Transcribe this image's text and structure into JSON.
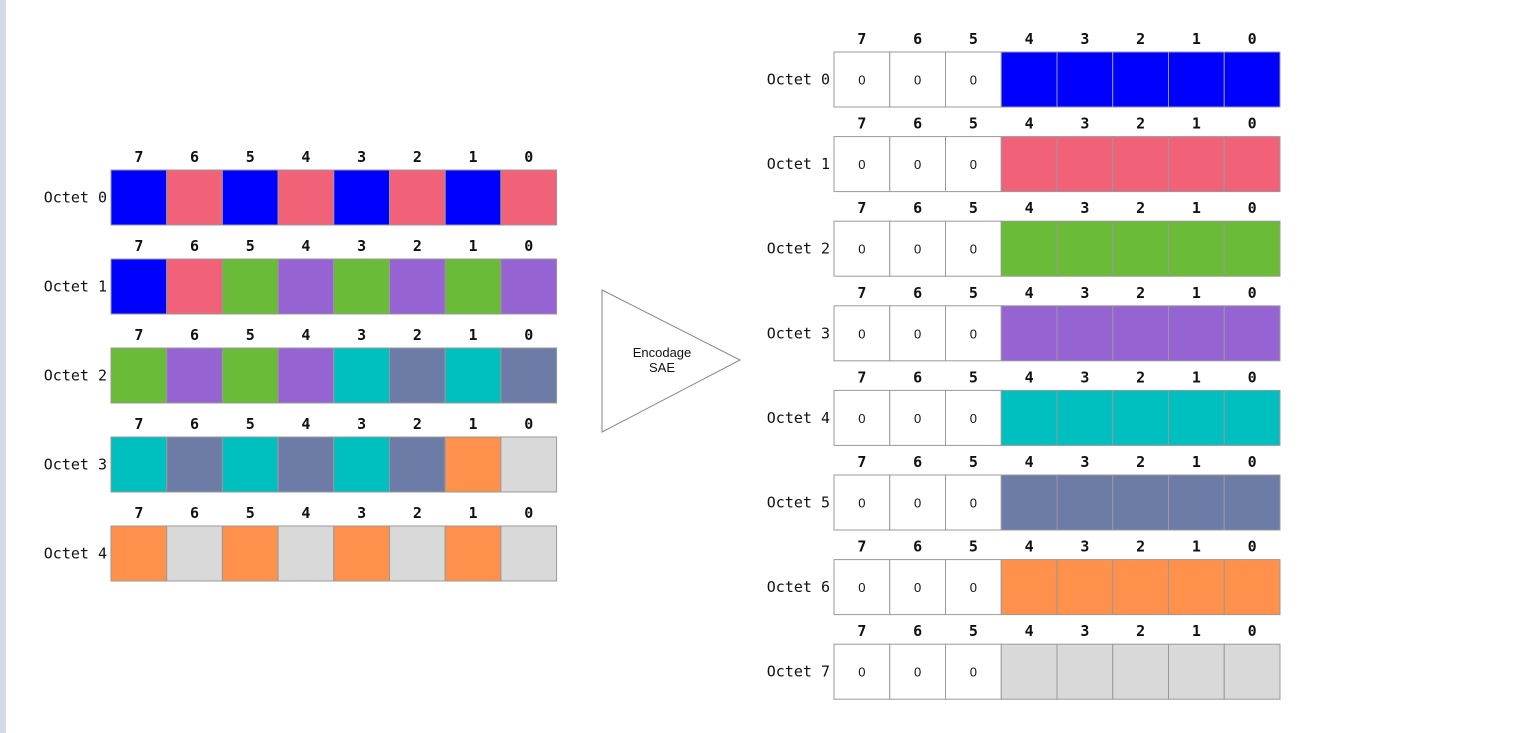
{
  "colors": {
    "B": "#0000ff",
    "R": "#f16278",
    "G": "#6abb37",
    "P": "#9564d2",
    "T": "#00bfbf",
    "S": "#6c7ca6",
    "O": "#ff914c",
    "L": "#d9d9d9",
    "W": "#ffffff"
  },
  "arrow": {
    "line1": "Encodage",
    "line2": "SAE"
  },
  "left_diagram": {
    "rows": [
      {
        "label": "Octet 0",
        "bits": [
          "7",
          "6",
          "5",
          "4",
          "3",
          "2",
          "1",
          "0"
        ],
        "cells": [
          "B",
          "R",
          "B",
          "R",
          "B",
          "R",
          "B",
          "R"
        ]
      },
      {
        "label": "Octet 1",
        "bits": [
          "7",
          "6",
          "5",
          "4",
          "3",
          "2",
          "1",
          "0"
        ],
        "cells": [
          "B",
          "R",
          "G",
          "P",
          "G",
          "P",
          "G",
          "P"
        ]
      },
      {
        "label": "Octet 2",
        "bits": [
          "7",
          "6",
          "5",
          "4",
          "3",
          "2",
          "1",
          "0"
        ],
        "cells": [
          "G",
          "P",
          "G",
          "P",
          "T",
          "S",
          "T",
          "S"
        ]
      },
      {
        "label": "Octet 3",
        "bits": [
          "7",
          "6",
          "5",
          "4",
          "3",
          "2",
          "1",
          "0"
        ],
        "cells": [
          "T",
          "S",
          "T",
          "S",
          "T",
          "S",
          "O",
          "L"
        ]
      },
      {
        "label": "Octet 4",
        "bits": [
          "7",
          "6",
          "5",
          "4",
          "3",
          "2",
          "1",
          "0"
        ],
        "cells": [
          "O",
          "L",
          "O",
          "L",
          "O",
          "L",
          "O",
          "L"
        ]
      }
    ]
  },
  "right_diagram": {
    "zero_text": "0",
    "rows": [
      {
        "label": "Octet 0",
        "bits": [
          "7",
          "6",
          "5",
          "4",
          "3",
          "2",
          "1",
          "0"
        ],
        "cells": [
          "0",
          "0",
          "0",
          "B",
          "B",
          "B",
          "B",
          "B"
        ]
      },
      {
        "label": "Octet 1",
        "bits": [
          "7",
          "6",
          "5",
          "4",
          "3",
          "2",
          "1",
          "0"
        ],
        "cells": [
          "0",
          "0",
          "0",
          "R",
          "R",
          "R",
          "R",
          "R"
        ]
      },
      {
        "label": "Octet 2",
        "bits": [
          "7",
          "6",
          "5",
          "4",
          "3",
          "2",
          "1",
          "0"
        ],
        "cells": [
          "0",
          "0",
          "0",
          "G",
          "G",
          "G",
          "G",
          "G"
        ]
      },
      {
        "label": "Octet 3",
        "bits": [
          "7",
          "6",
          "5",
          "4",
          "3",
          "2",
          "1",
          "0"
        ],
        "cells": [
          "0",
          "0",
          "0",
          "P",
          "P",
          "P",
          "P",
          "P"
        ]
      },
      {
        "label": "Octet 4",
        "bits": [
          "7",
          "6",
          "5",
          "4",
          "3",
          "2",
          "1",
          "0"
        ],
        "cells": [
          "0",
          "0",
          "0",
          "T",
          "T",
          "T",
          "T",
          "T"
        ]
      },
      {
        "label": "Octet 5",
        "bits": [
          "7",
          "6",
          "5",
          "4",
          "3",
          "2",
          "1",
          "0"
        ],
        "cells": [
          "0",
          "0",
          "0",
          "S",
          "S",
          "S",
          "S",
          "S"
        ]
      },
      {
        "label": "Octet 6",
        "bits": [
          "7",
          "6",
          "5",
          "4",
          "3",
          "2",
          "1",
          "0"
        ],
        "cells": [
          "0",
          "0",
          "0",
          "O",
          "O",
          "O",
          "O",
          "O"
        ]
      },
      {
        "label": "Octet 7",
        "bits": [
          "7",
          "6",
          "5",
          "4",
          "3",
          "2",
          "1",
          "0"
        ],
        "cells": [
          "0",
          "0",
          "0",
          "L",
          "L",
          "L",
          "L",
          "L"
        ]
      }
    ]
  }
}
